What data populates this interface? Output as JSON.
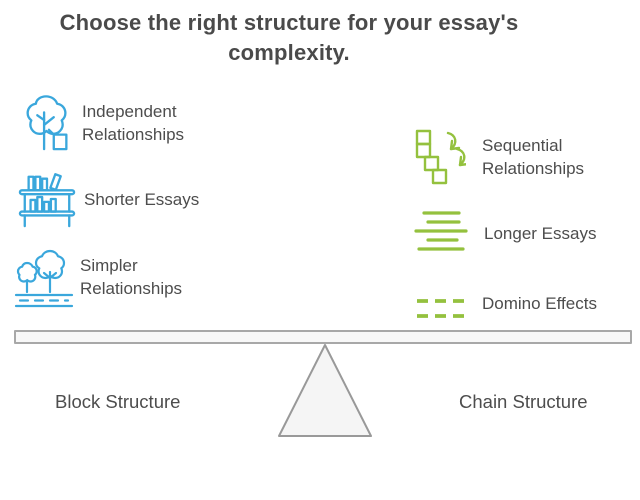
{
  "title": {
    "line1": "Choose the right structure for your essay's",
    "line2": "complexity."
  },
  "left_column": {
    "items": [
      {
        "icon": "tree-icon",
        "label": "Independent Relationships"
      },
      {
        "icon": "bookshelf-icon",
        "label": "Shorter Essays"
      },
      {
        "icon": "trees-icon",
        "label": "Simpler Relationships"
      }
    ],
    "footer_label": "Block Structure"
  },
  "right_column": {
    "items": [
      {
        "icon": "sequence-icon",
        "label": "Sequential Relationships"
      },
      {
        "icon": "text-lines-icon",
        "label": "Longer Essays"
      },
      {
        "icon": "dashes-icon",
        "label": "Domino Effects"
      }
    ],
    "footer_label": "Chain Structure"
  },
  "colors": {
    "blue": "#3aa7dc",
    "green": "#94c13e",
    "title_text": "#4a4a4a",
    "body_text": "#4d4d4d",
    "beam_fill": "#f8f8f8",
    "beam_border": "#a8a8a8",
    "triangle_fill": "#f5f5f5",
    "triangle_border": "#999999",
    "background": "#ffffff"
  }
}
